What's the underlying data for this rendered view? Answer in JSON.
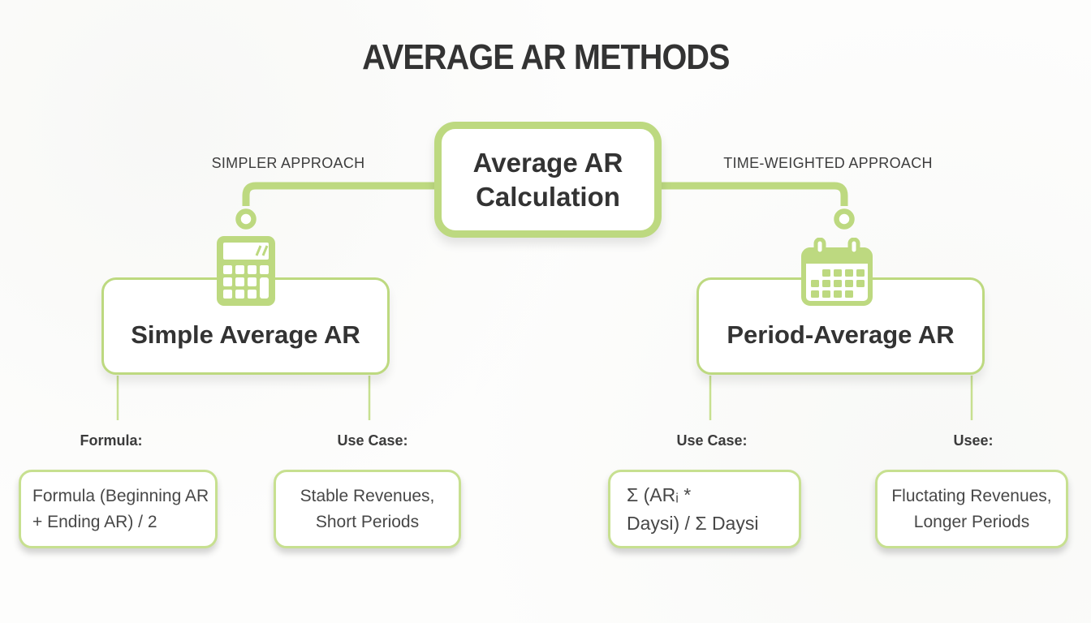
{
  "title": "AVERAGE AR METHODS",
  "colors": {
    "accent": "#bdd980",
    "accent_soft": "#c7e090",
    "text_dark": "#333333"
  },
  "root": {
    "label": "Average AR\nCalculation"
  },
  "branches": {
    "left": {
      "approach": "SIMPLER APPROACH",
      "node": "Simple Average AR",
      "icon": "calculator-icon",
      "details": [
        {
          "label": "Formula:",
          "value": "Formula (Beginning AR\n+ Ending AR) / 2"
        },
        {
          "label": "Use Case:",
          "value": "Stable Revenues,\nShort Periods"
        }
      ]
    },
    "right": {
      "approach": "TIME-WEIGHTED APPROACH",
      "node": "Period-Average AR",
      "icon": "calendar-icon",
      "details": [
        {
          "label": "Use Case:",
          "value": "Σ (ARᵢ *\nDaysi) / Σ Daysi"
        },
        {
          "label": "Usee:",
          "value": "Fluctating Revenues,\nLonger Periods"
        }
      ]
    }
  }
}
